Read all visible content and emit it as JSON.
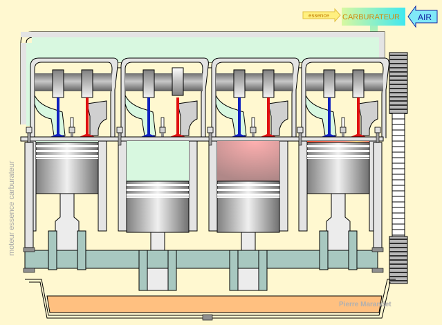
{
  "title": "moteur essence carburateur",
  "side_label": "moteur essence   carburateur",
  "author": "Pierre Marandet",
  "labels": {
    "essence": "essence",
    "carburateur": "CARBURATEUR",
    "air": "AIR"
  },
  "cylinders": [
    {
      "index": 1,
      "chamber_state": "compression",
      "piston_position": "top"
    },
    {
      "index": 2,
      "chamber_state": "admission",
      "piston_position": "bottom"
    },
    {
      "index": 3,
      "chamber_state": "echappement",
      "piston_position": "bottom"
    },
    {
      "index": 4,
      "chamber_state": "explosion",
      "piston_position": "top"
    }
  ],
  "colors": {
    "background": "#fff8d0",
    "intake_gas": "#d8f8e0",
    "exhaust_gas": "#d8a0a0",
    "ignition": "#ff6040",
    "intake_valve": "#1020c0",
    "exhaust_valve": "#e01010",
    "block": "#e4e4e4",
    "crankshaft": "#a8c8c0",
    "oil": "#ffc080",
    "outline": "#000000"
  }
}
